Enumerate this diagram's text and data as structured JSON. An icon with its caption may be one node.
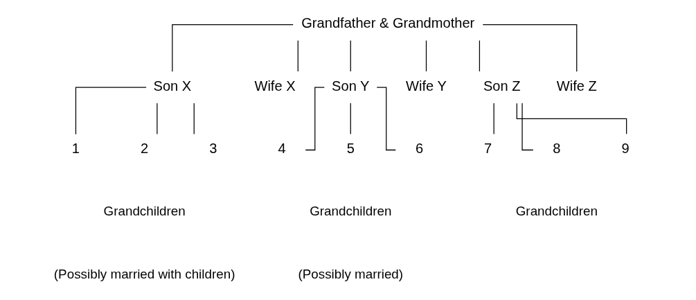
{
  "diagram": {
    "nodes": [
      {
        "text": [
          "Grandfather & Grandmother"
        ]
      },
      {
        "text": [
          "Son X"
        ]
      },
      {
        "text": [
          "Wife X"
        ]
      },
      {
        "text": [
          "Son Y"
        ]
      },
      {
        "text": [
          "Wife Y"
        ]
      },
      {
        "text": [
          "Son Z"
        ]
      },
      {
        "text": [
          "Wife Z"
        ]
      },
      {
        "text": [
          "1"
        ]
      },
      {
        "text": [
          "2"
        ]
      },
      {
        "text": [
          "3"
        ]
      },
      {
        "text": [
          "4"
        ]
      },
      {
        "text": [
          "5"
        ]
      },
      {
        "text": [
          "6"
        ]
      },
      {
        "text": [
          "7"
        ]
      },
      {
        "text": [
          "8"
        ]
      },
      {
        "text": [
          "9"
        ]
      }
    ],
    "edges": [
      {
        "from": 0,
        "to": 1,
        "arrow": "none"
      },
      {
        "from": 0,
        "to": 2,
        "arrow": "none"
      },
      {
        "from": 0,
        "to": 3,
        "arrow": "none"
      },
      {
        "from": 0,
        "to": 4,
        "arrow": "none"
      },
      {
        "from": 0,
        "to": 5,
        "arrow": "none"
      },
      {
        "from": 0,
        "to": 6,
        "arrow": "none"
      },
      {
        "from": 1,
        "to": 7,
        "arrow": "none"
      },
      {
        "from": 1,
        "to": 8,
        "arrow": "none"
      },
      {
        "from": 1,
        "to": 9,
        "arrow": "none"
      },
      {
        "from": 3,
        "to": 10,
        "arrow": "none"
      },
      {
        "from": 3,
        "to": 11,
        "arrow": "none"
      },
      {
        "from": 3,
        "to": 12,
        "arrow": "none"
      },
      {
        "from": 5,
        "to": 13,
        "arrow": "none"
      },
      {
        "from": 5,
        "to": 14,
        "arrow": "none"
      },
      {
        "from": 5,
        "to": 15,
        "arrow": "none"
      }
    ],
    "labels": [
      "Grandchildren",
      "(Possibly married with children)",
      "Grandchildren",
      "(Possibly married)",
      "Grandchildren"
    ]
  }
}
